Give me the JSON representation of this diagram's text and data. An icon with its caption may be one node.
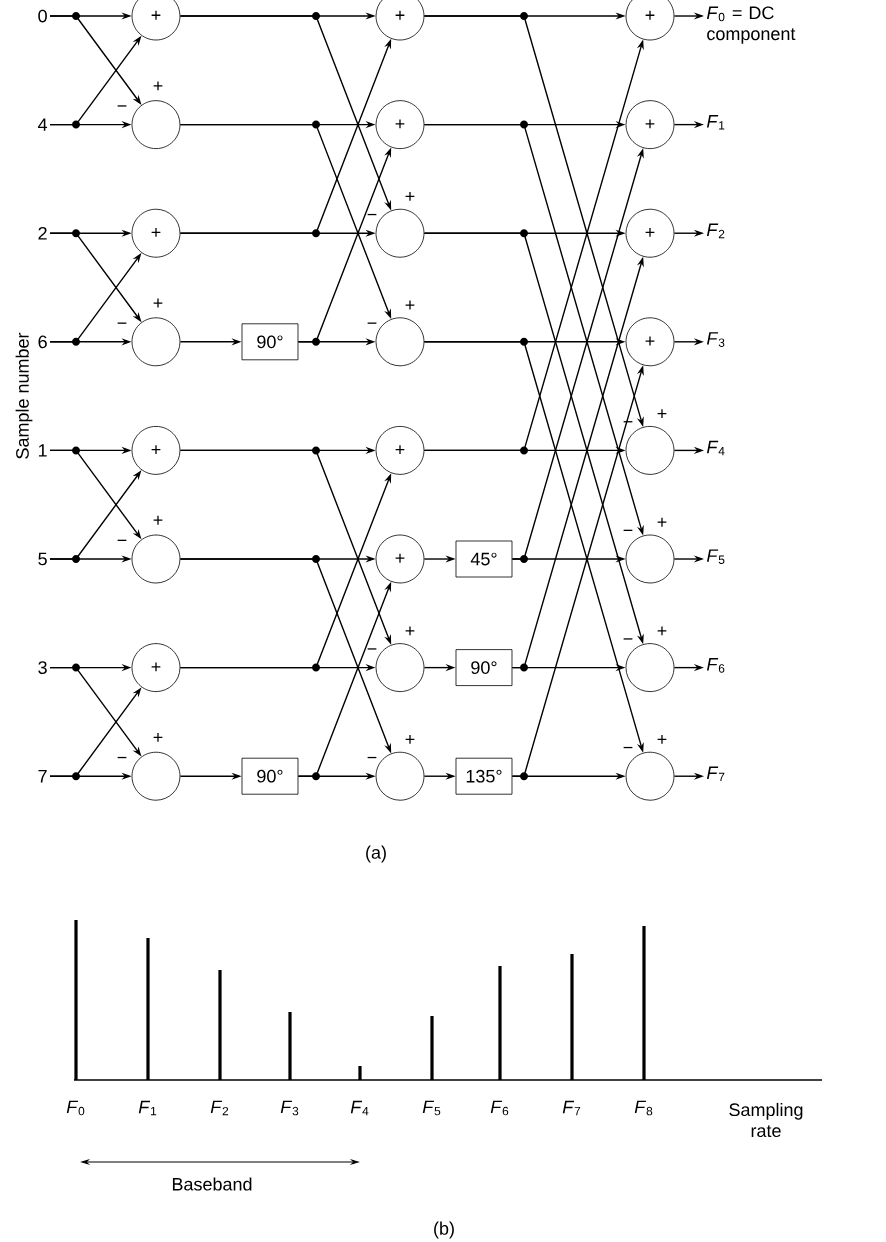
{
  "diagram": {
    "nodes": [
      {
        "text": [
          "0"
        ]
      },
      {
        "text": [
          "4"
        ]
      },
      {
        "text": [
          "2"
        ]
      },
      {
        "text": [
          "6"
        ]
      },
      {
        "text": [
          "1"
        ]
      },
      {
        "text": [
          "5"
        ]
      },
      {
        "text": [
          "3"
        ]
      },
      {
        "text": [
          "7"
        ]
      },
      {
        "text": [
          "+"
        ]
      },
      {
        "text": [],
        "shape": "circle",
        "beside": [
          "+",
          "−"
        ]
      },
      {
        "text": [
          "+"
        ]
      },
      {
        "text": [],
        "shape": "circle",
        "beside": [
          "+",
          "−"
        ]
      },
      {
        "text": [
          "+"
        ]
      },
      {
        "text": [],
        "shape": "circle",
        "beside": [
          "+",
          "−"
        ]
      },
      {
        "text": [
          "+"
        ]
      },
      {
        "text": [],
        "shape": "circle",
        "beside": [
          "+",
          "−"
        ]
      },
      {
        "text": [
          "90°"
        ]
      },
      {
        "text": [
          "90°"
        ]
      },
      {
        "text": [
          "+"
        ]
      },
      {
        "text": [
          "+"
        ]
      },
      {
        "text": [],
        "shape": "circle",
        "beside": [
          "+",
          "−"
        ]
      },
      {
        "text": [],
        "shape": "circle",
        "beside": [
          "+",
          "−"
        ]
      },
      {
        "text": [
          "+"
        ]
      },
      {
        "text": [
          "+"
        ]
      },
      {
        "text": [],
        "shape": "circle",
        "beside": [
          "+",
          "−"
        ]
      },
      {
        "text": [],
        "shape": "circle",
        "beside": [
          "+",
          "−"
        ]
      },
      {
        "text": [
          "45°"
        ]
      },
      {
        "text": [
          "90°"
        ]
      },
      {
        "text": [
          "135°"
        ]
      },
      {
        "text": [
          "+"
        ]
      },
      {
        "text": [
          "+"
        ]
      },
      {
        "text": [
          "+"
        ]
      },
      {
        "text": [
          "+"
        ]
      },
      {
        "text": [],
        "shape": "circle",
        "beside": [
          "+",
          "−"
        ]
      },
      {
        "text": [],
        "shape": "circle",
        "beside": [
          "+",
          "−"
        ]
      },
      {
        "text": [],
        "shape": "circle",
        "beside": [
          "+",
          "−"
        ]
      },
      {
        "text": [],
        "shape": "circle",
        "beside": [
          "+",
          "−"
        ]
      },
      {
        "text": [
          "*F*$_{0}$ = DC component"
        ]
      },
      {
        "text": [
          "*F*$_{1}$"
        ]
      },
      {
        "text": [
          "*F*$_{2}$"
        ]
      },
      {
        "text": [
          "*F*$_{3}$"
        ]
      },
      {
        "text": [
          "*F*$_{4}$"
        ]
      },
      {
        "text": [
          "*F*$_{5}$"
        ]
      },
      {
        "text": [
          "*F*$_{6}$"
        ]
      },
      {
        "text": [
          "*F*$_{7}$"
        ]
      }
    ],
    "edges": [
      {
        "from": 0,
        "to": 8,
        "arrow": "to"
      },
      {
        "from": 1,
        "to": 8,
        "arrow": "to"
      },
      {
        "from": 0,
        "to": 9,
        "arrow": "to"
      },
      {
        "from": 1,
        "to": 9,
        "arrow": "to"
      },
      {
        "from": 2,
        "to": 10,
        "arrow": "to"
      },
      {
        "from": 3,
        "to": 10,
        "arrow": "to"
      },
      {
        "from": 2,
        "to": 11,
        "arrow": "to"
      },
      {
        "from": 3,
        "to": 11,
        "arrow": "to"
      },
      {
        "from": 4,
        "to": 12,
        "arrow": "to"
      },
      {
        "from": 5,
        "to": 12,
        "arrow": "to"
      },
      {
        "from": 4,
        "to": 13,
        "arrow": "to"
      },
      {
        "from": 5,
        "to": 13,
        "arrow": "to"
      },
      {
        "from": 6,
        "to": 14,
        "arrow": "to"
      },
      {
        "from": 7,
        "to": 14,
        "arrow": "to"
      },
      {
        "from": 6,
        "to": 15,
        "arrow": "to"
      },
      {
        "from": 7,
        "to": 15,
        "arrow": "to"
      },
      {
        "from": 11,
        "to": 16,
        "arrow": "to"
      },
      {
        "from": 15,
        "to": 17,
        "arrow": "to"
      },
      {
        "from": 8,
        "to": 18,
        "arrow": "to"
      },
      {
        "from": 10,
        "to": 18,
        "arrow": "to"
      },
      {
        "from": 8,
        "to": 20,
        "arrow": "to"
      },
      {
        "from": 10,
        "to": 20,
        "arrow": "to"
      },
      {
        "from": 9,
        "to": 19,
        "arrow": "to"
      },
      {
        "from": 16,
        "to": 19,
        "arrow": "to"
      },
      {
        "from": 9,
        "to": 21,
        "arrow": "to"
      },
      {
        "from": 16,
        "to": 21,
        "arrow": "to"
      },
      {
        "from": 12,
        "to": 22,
        "arrow": "to"
      },
      {
        "from": 14,
        "to": 22,
        "arrow": "to"
      },
      {
        "from": 12,
        "to": 24,
        "arrow": "to"
      },
      {
        "from": 14,
        "to": 24,
        "arrow": "to"
      },
      {
        "from": 13,
        "to": 23,
        "arrow": "to"
      },
      {
        "from": 17,
        "to": 23,
        "arrow": "to"
      },
      {
        "from": 13,
        "to": 25,
        "arrow": "to"
      },
      {
        "from": 17,
        "to": 25,
        "arrow": "to"
      },
      {
        "from": 23,
        "to": 26,
        "arrow": "to"
      },
      {
        "from": 24,
        "to": 27,
        "arrow": "to"
      },
      {
        "from": 25,
        "to": 28,
        "arrow": "to"
      },
      {
        "from": 18,
        "to": 29,
        "arrow": "to"
      },
      {
        "from": 22,
        "to": 29,
        "arrow": "to"
      },
      {
        "from": 18,
        "to": 33,
        "arrow": "to"
      },
      {
        "from": 22,
        "to": 33,
        "arrow": "to"
      },
      {
        "from": 19,
        "to": 30,
        "arrow": "to"
      },
      {
        "from": 26,
        "to": 30,
        "arrow": "to"
      },
      {
        "from": 19,
        "to": 34,
        "arrow": "to"
      },
      {
        "from": 26,
        "to": 34,
        "arrow": "to"
      },
      {
        "from": 20,
        "to": 31,
        "arrow": "to"
      },
      {
        "from": 27,
        "to": 31,
        "arrow": "to"
      },
      {
        "from": 20,
        "to": 35,
        "arrow": "to"
      },
      {
        "from": 27,
        "to": 35,
        "arrow": "to"
      },
      {
        "from": 21,
        "to": 32,
        "arrow": "to"
      },
      {
        "from": 28,
        "to": 32,
        "arrow": "to"
      },
      {
        "from": 21,
        "to": 36,
        "arrow": "to"
      },
      {
        "from": 28,
        "to": 36,
        "arrow": "to"
      },
      {
        "from": 29,
        "to": 37,
        "arrow": "to"
      },
      {
        "from": 30,
        "to": 38,
        "arrow": "to"
      },
      {
        "from": 31,
        "to": 39,
        "arrow": "to"
      },
      {
        "from": 32,
        "to": 40,
        "arrow": "to"
      },
      {
        "from": 33,
        "to": 41,
        "arrow": "to"
      },
      {
        "from": 34,
        "to": 42,
        "arrow": "to"
      },
      {
        "from": 35,
        "to": 43,
        "arrow": "to"
      },
      {
        "from": 36,
        "to": 44,
        "arrow": "to"
      }
    ],
    "labels": [
      "Sample number",
      "(a)",
      "*F*$_{0}$",
      "*F*$_{1}$",
      "*F*$_{2}$",
      "*F*$_{3}$",
      "*F*$_{4}$",
      "*F*$_{5}$",
      "*F*$_{6}$",
      "*F*$_{7}$",
      "*F*$_{8}$",
      "Sampling rate",
      "Baseband",
      "(b)"
    ]
  }
}
